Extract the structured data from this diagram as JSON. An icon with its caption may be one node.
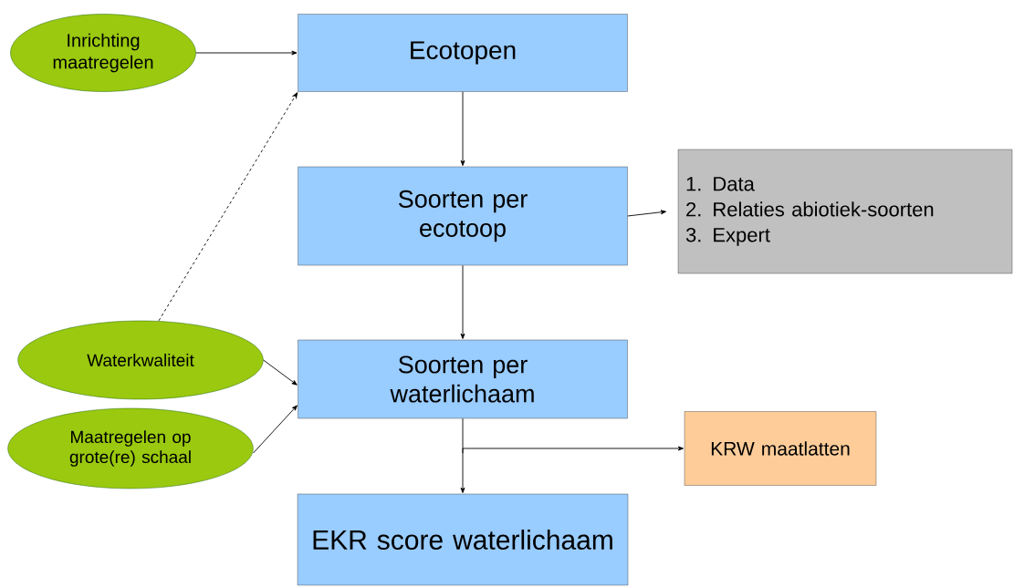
{
  "diagram": {
    "nodes": [
      {
        "text": [
          "Inrichting maatregelen"
        ]
      },
      {
        "text": [
          "Ecotopen"
        ]
      },
      {
        "text": [
          "Soorten per ecotoop"
        ]
      },
      {
        "text": [
          "1. Data",
          "2. Relaties abiotiek-soorten",
          "3. Expert"
        ]
      },
      {
        "text": [
          "Waterkwaliteit"
        ]
      },
      {
        "text": [
          "Maatregelen op grote(re) schaal"
        ]
      },
      {
        "text": [
          "Soorten per waterlichaam"
        ]
      },
      {
        "text": [
          "KRW maatlatten"
        ]
      },
      {
        "text": [
          "EKR score waterlichaam"
        ]
      }
    ],
    "edges": [
      {
        "from": 0,
        "to": 1,
        "arrow": "to"
      },
      {
        "from": 4,
        "to": 1,
        "arrow": "to",
        "style": "dashed"
      },
      {
        "from": 1,
        "to": 2,
        "arrow": "to"
      },
      {
        "from": 2,
        "to": 3,
        "arrow": "to"
      },
      {
        "from": 2,
        "to": 6,
        "arrow": "to"
      },
      {
        "from": 4,
        "to": 6,
        "arrow": "to"
      },
      {
        "from": 5,
        "to": 6,
        "arrow": "to"
      },
      {
        "from": 6,
        "to": 8,
        "arrow": "to"
      },
      {
        "from": 6,
        "to": 7,
        "arrow": "to"
      }
    ]
  }
}
